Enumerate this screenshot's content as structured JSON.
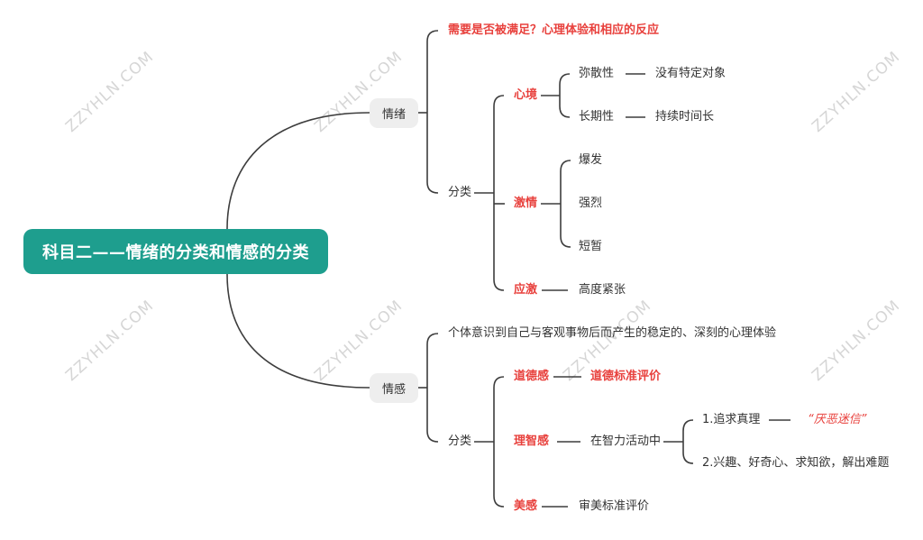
{
  "root": "科目二——情绪的分类和情感的分类",
  "watermark": "ZZYHLN.COM",
  "emotion": {
    "label": "情绪",
    "definition": "需要是否被满足？心理体验和相应的反应",
    "classify": "分类",
    "mood": {
      "label": "心境",
      "items": [
        {
          "name": "弥散性",
          "desc": "没有特定对象"
        },
        {
          "name": "长期性",
          "desc": "持续时间长"
        }
      ]
    },
    "passion": {
      "label": "激情",
      "items": [
        "爆发",
        "强烈",
        "短暂"
      ]
    },
    "stress": {
      "label": "应激",
      "desc": "高度紧张"
    }
  },
  "feeling": {
    "label": "情感",
    "definition": "个体意识到自己与客观事物后而产生的稳定的、深刻的心理体验",
    "classify": "分类",
    "moral": {
      "label": "道德感",
      "desc": "道德标准评价"
    },
    "rational": {
      "label": "理智感",
      "desc": "在智力活动中",
      "items": [
        "1.追求真理",
        "2.兴趣、好奇心、求知欲，解出难题"
      ],
      "note": "“厌恶迷信”"
    },
    "aesthetic": {
      "label": "美感",
      "desc": "审美标准评价"
    }
  },
  "colors": {
    "root": "#1e9e8e",
    "accent": "#e8413d",
    "line": "#3d3d3d",
    "pill": "#eeeeee"
  }
}
